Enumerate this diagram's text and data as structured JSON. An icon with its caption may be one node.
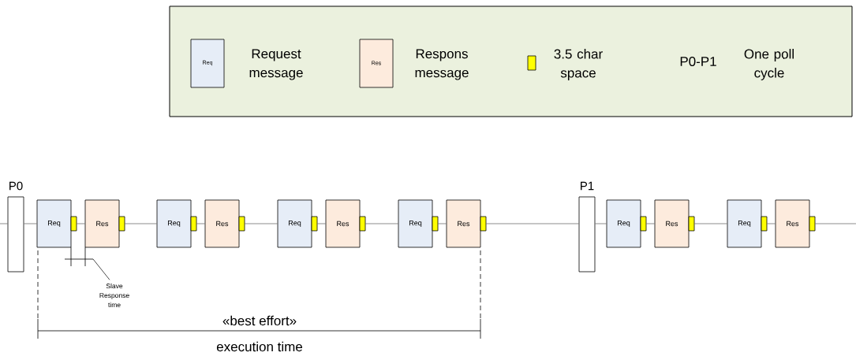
{
  "diagram": {
    "nodes": [
      {
        "text": [
          "P0"
        ]
      },
      {
        "text": [
          "Req"
        ]
      },
      {
        "text": [
          "Res"
        ]
      },
      {
        "text": [
          "Req"
        ]
      },
      {
        "text": [
          "Res"
        ]
      },
      {
        "text": [
          "Req"
        ]
      },
      {
        "text": [
          "Res"
        ]
      },
      {
        "text": [
          "Req"
        ]
      },
      {
        "text": [
          "Res"
        ]
      },
      {
        "text": [
          "P1"
        ]
      },
      {
        "text": [
          "Req"
        ]
      },
      {
        "text": [
          "Res"
        ]
      },
      {
        "text": [
          "Req"
        ]
      },
      {
        "text": [
          "Res"
        ]
      },
      {
        "text": [
          "Slave Response time"
        ]
      }
    ],
    "edges": [
      {
        "from": null,
        "to": 0,
        "arrow": "none"
      },
      {
        "from": 0,
        "to": 1,
        "arrow": "none"
      },
      {
        "from": 1,
        "to": 2,
        "arrow": "none"
      },
      {
        "from": 2,
        "to": 3,
        "arrow": "none"
      },
      {
        "from": 3,
        "to": 4,
        "arrow": "none"
      },
      {
        "from": 4,
        "to": 5,
        "arrow": "none"
      },
      {
        "from": 5,
        "to": 6,
        "arrow": "none"
      },
      {
        "from": 6,
        "to": 7,
        "arrow": "none"
      },
      {
        "from": 7,
        "to": 8,
        "arrow": "none"
      },
      {
        "from": 8,
        "to": 9,
        "arrow": "none"
      },
      {
        "from": 9,
        "to": 10,
        "arrow": "none"
      },
      {
        "from": 10,
        "to": 11,
        "arrow": "none"
      },
      {
        "from": 11,
        "to": 12,
        "arrow": "none"
      },
      {
        "from": 12,
        "to": 13,
        "arrow": "none"
      },
      {
        "from": 13,
        "to": null,
        "arrow": "none"
      },
      {
        "from": 14,
        "to": null,
        "arrow": "none"
      }
    ],
    "labels": [
      "Req",
      "Res",
      "P0-P1",
      "«best effort»",
      "execution time"
    ],
    "legend": [
      {
        "text": "Request message",
        "color": "#e6edf7"
      },
      {
        "text": "Respons message",
        "color": "#fdebdd"
      },
      {
        "text": "3.5 char space",
        "color": "#ffff00"
      },
      {
        "text": "One poll cycle"
      }
    ]
  }
}
